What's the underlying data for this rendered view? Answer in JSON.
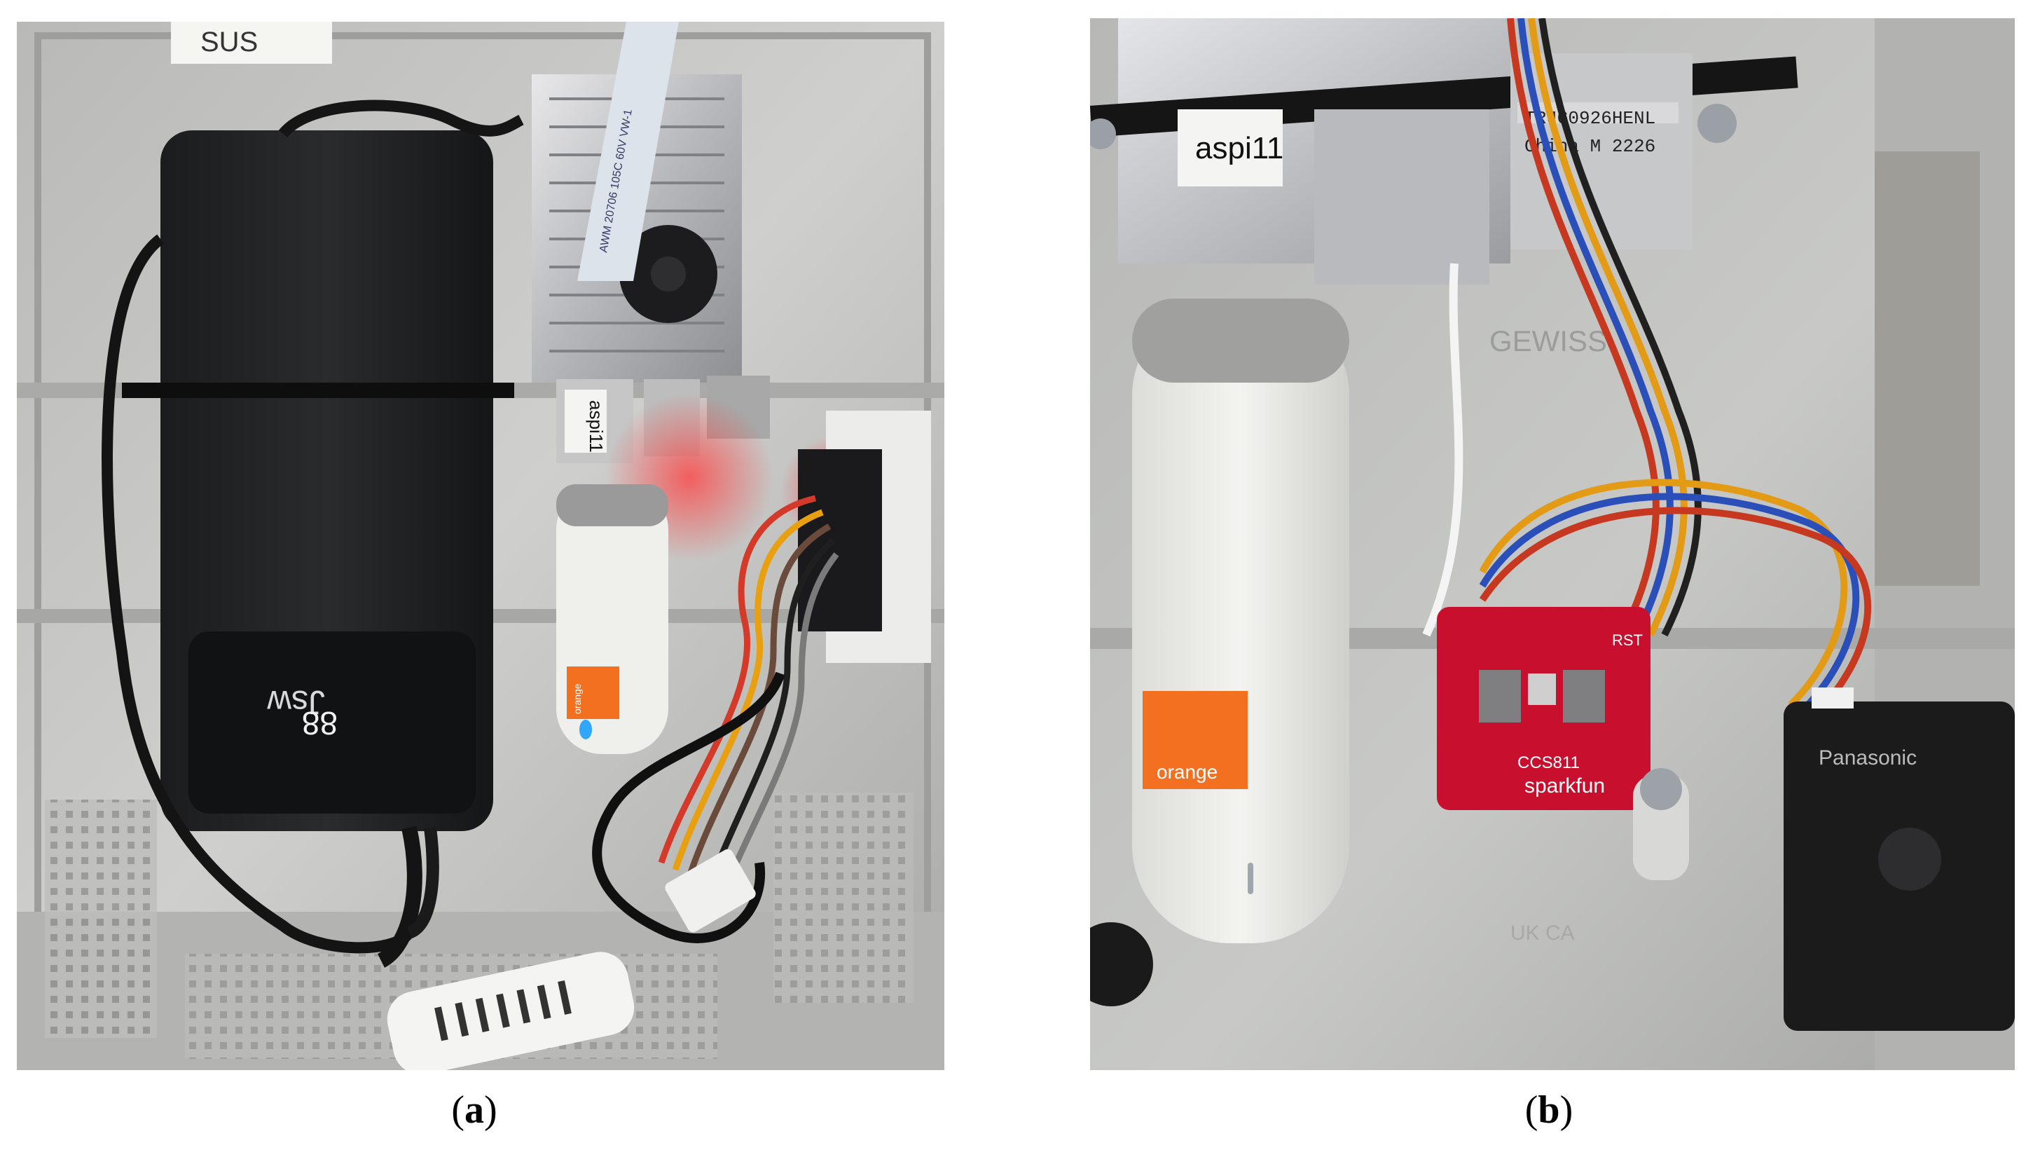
{
  "figure": {
    "panels": [
      {
        "caption": {
          "open": "(",
          "letter": "a",
          "close": ")"
        },
        "labels": {
          "box_tag": "SUS",
          "battery_display": "88",
          "power_bank_logo": "Jsw",
          "pi_tag": "aspi11",
          "modem_brand": "orange",
          "ribbon_print": "AWM 20706 105C 60V VW-1"
        }
      },
      {
        "caption": {
          "open": "(",
          "letter": "b",
          "close": ")"
        },
        "labels": {
          "pi_tag": "aspi11",
          "ethernet_line1": "TRJG0926HENL",
          "ethernet_line2": "China M 2226",
          "modem_brand": "orange",
          "sensor_brand": "sparkfun",
          "sensor_model": "CCS811",
          "sensor_pin": "RST",
          "dust_sensor_brand": "Panasonic",
          "box_logo": "GEWISS",
          "box_marking": "UK CA"
        }
      }
    ]
  }
}
